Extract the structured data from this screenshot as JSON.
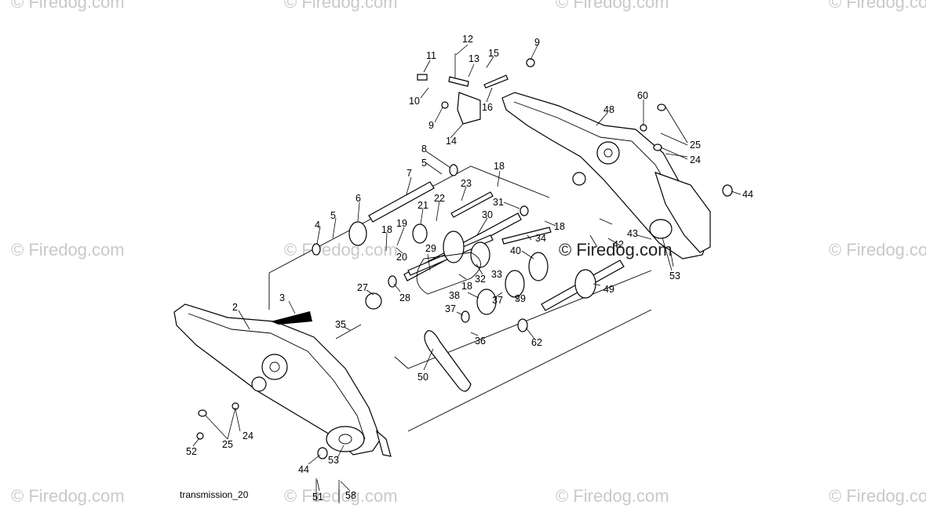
{
  "watermark_text": "© Firedog.com",
  "center_watermark": "© Firedog.com",
  "caption": "transmission_20",
  "part_numbers": [
    "12",
    "11",
    "13",
    "15",
    "9",
    "10",
    "16",
    "9",
    "14",
    "48",
    "60",
    "25",
    "24",
    "8",
    "5",
    "18",
    "7",
    "23",
    "6",
    "22",
    "21",
    "31",
    "5",
    "4",
    "19",
    "18",
    "30",
    "18",
    "34",
    "44",
    "20",
    "29",
    "40",
    "42",
    "43",
    "33",
    "32",
    "18",
    "2",
    "27",
    "28",
    "38",
    "39",
    "37",
    "49",
    "53",
    "3",
    "37",
    "35",
    "36",
    "62",
    "50",
    "24",
    "25",
    "52",
    "53",
    "44",
    "51",
    "58"
  ],
  "colors": {
    "ink": "#000000",
    "watermark": "#c9c9c9",
    "background": "#ffffff"
  }
}
